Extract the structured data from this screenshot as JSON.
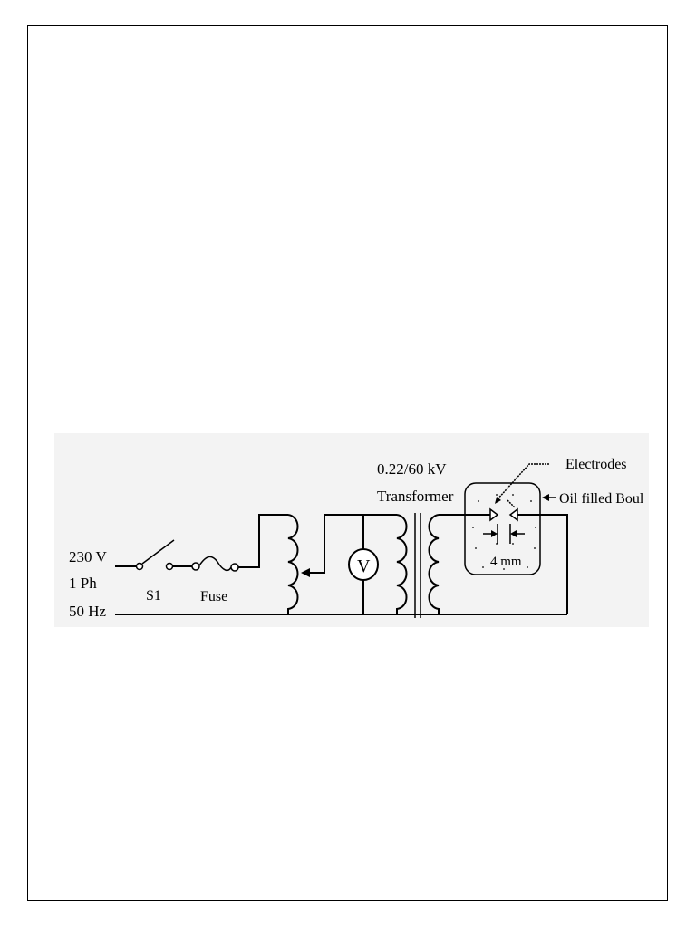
{
  "supply": {
    "voltage": "230 V",
    "phase": "1 Ph",
    "frequency": "50 Hz"
  },
  "switch_label": "S1",
  "fuse_label": "Fuse",
  "voltmeter_symbol": "V",
  "transformer": {
    "rating": "0.22/60 kV",
    "label": "Transformer"
  },
  "electrodes_label": "Electrodes",
  "bowl_label": "Oil filled Boul",
  "gap_label": "4 mm"
}
